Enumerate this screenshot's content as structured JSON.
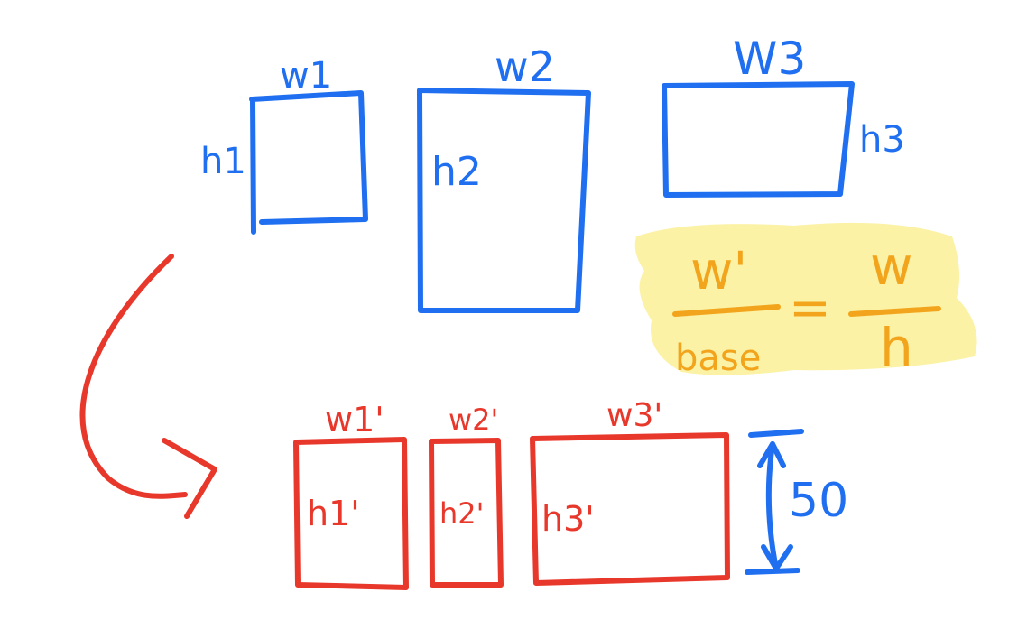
{
  "top_boxes": [
    {
      "width_label": "w1",
      "height_label": "h1"
    },
    {
      "width_label": "w2",
      "height_label": "h2"
    },
    {
      "width_label": "W3",
      "height_label": "h3"
    }
  ],
  "formula": {
    "lhs_numerator": "w'",
    "lhs_denominator": "base",
    "equals": "=",
    "rhs_numerator": "w",
    "rhs_denominator": "h"
  },
  "bottom_boxes": [
    {
      "width_label": "w1'",
      "height_label": "h1'"
    },
    {
      "width_label": "w2'",
      "height_label": "h2'"
    },
    {
      "width_label": "w3'",
      "height_label": "h3'"
    }
  ],
  "dimension": {
    "value": "50"
  },
  "colors": {
    "blue": "#1f6ff0",
    "red": "#e8382b",
    "orange": "#f2a51c",
    "highlight": "#fbf2a6"
  }
}
